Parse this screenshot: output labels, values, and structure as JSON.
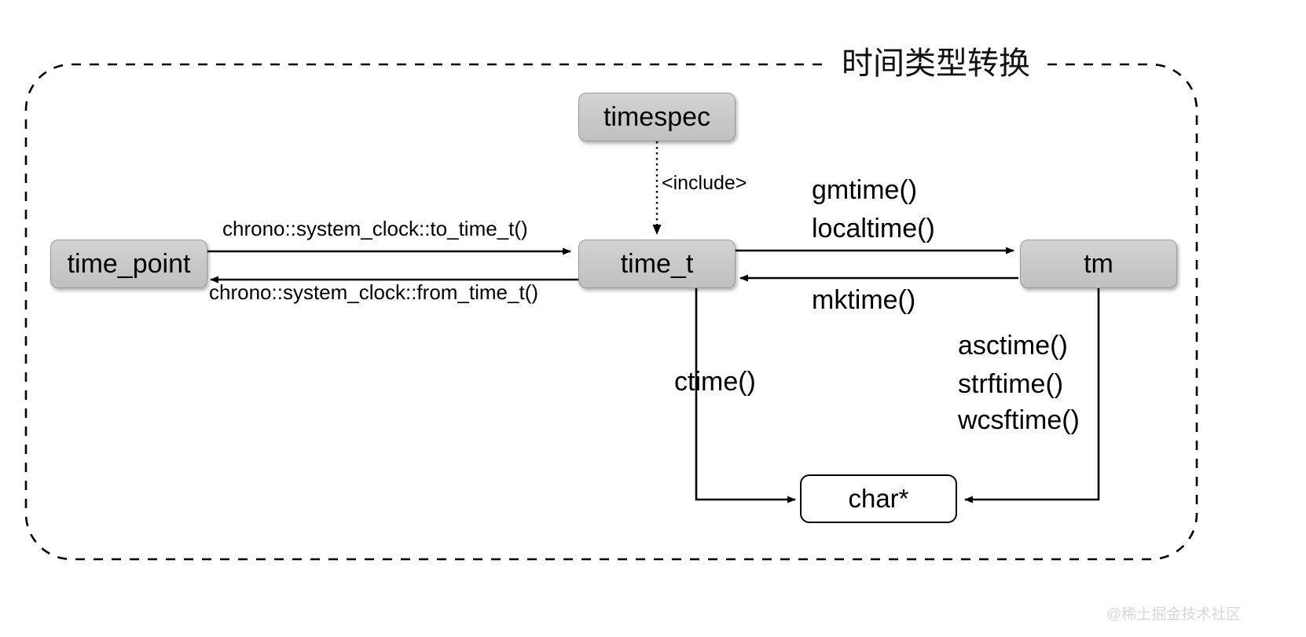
{
  "diagram": {
    "title": "时间类型转换",
    "watermark": "@稀土掘金技术社区",
    "nodes": [
      {
        "id": "timespec",
        "label": "timespec",
        "style": "gray"
      },
      {
        "id": "time_point",
        "label": "time_point",
        "style": "gray"
      },
      {
        "id": "time_t",
        "label": "time_t",
        "style": "gray"
      },
      {
        "id": "tm",
        "label": "tm",
        "style": "gray"
      },
      {
        "id": "charptr",
        "label": "char*",
        "style": "white"
      }
    ],
    "edges": [
      {
        "from": "timespec",
        "to": "time_t",
        "label": "<include>",
        "line": "dotted"
      },
      {
        "from": "time_point",
        "to": "time_t",
        "label": "chrono::system_clock::to_time_t()",
        "line": "solid"
      },
      {
        "from": "time_t",
        "to": "time_point",
        "label": "chrono::system_clock::from_time_t()",
        "line": "solid"
      },
      {
        "from": "time_t",
        "to": "tm",
        "label": "gmtime()\nlocaltime()",
        "line": "solid"
      },
      {
        "from": "tm",
        "to": "time_t",
        "label": "mktime()",
        "line": "solid"
      },
      {
        "from": "time_t",
        "to": "charptr",
        "label": "ctime()",
        "line": "solid"
      },
      {
        "from": "tm",
        "to": "charptr",
        "label": "asctime()\nstrftime()\nwcsftime()",
        "line": "solid"
      }
    ],
    "labels": {
      "include": "<include>",
      "to_time_t": "chrono::system_clock::to_time_t()",
      "from_time_t": "chrono::system_clock::from_time_t()",
      "gmtime": "gmtime()",
      "localtime": "localtime()",
      "mktime": "mktime()",
      "ctime": "ctime()",
      "asctime": "asctime()",
      "strftime": "strftime()",
      "wcsftime": "wcsftime()"
    },
    "colors": {
      "node_fill": "#cacaca",
      "node_stroke": "#9a9a9a",
      "line": "#000000",
      "container_stroke": "#000000",
      "watermark": "#d8d8d8"
    }
  }
}
